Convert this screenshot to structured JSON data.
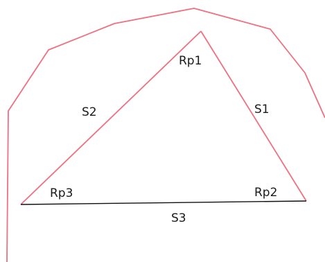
{
  "diagram": {
    "vertex_labels": {
      "top": "Rp1",
      "right": "Rp2",
      "left": "Rp3"
    },
    "side_labels": {
      "right_side": "S1",
      "left_side": "S2",
      "base": "S3"
    },
    "colors": {
      "boundary": "#f07080",
      "triangle_sides": "#f07080",
      "base_line": "#111111",
      "text": "#1a1a1a",
      "background": "#ffffff"
    }
  }
}
